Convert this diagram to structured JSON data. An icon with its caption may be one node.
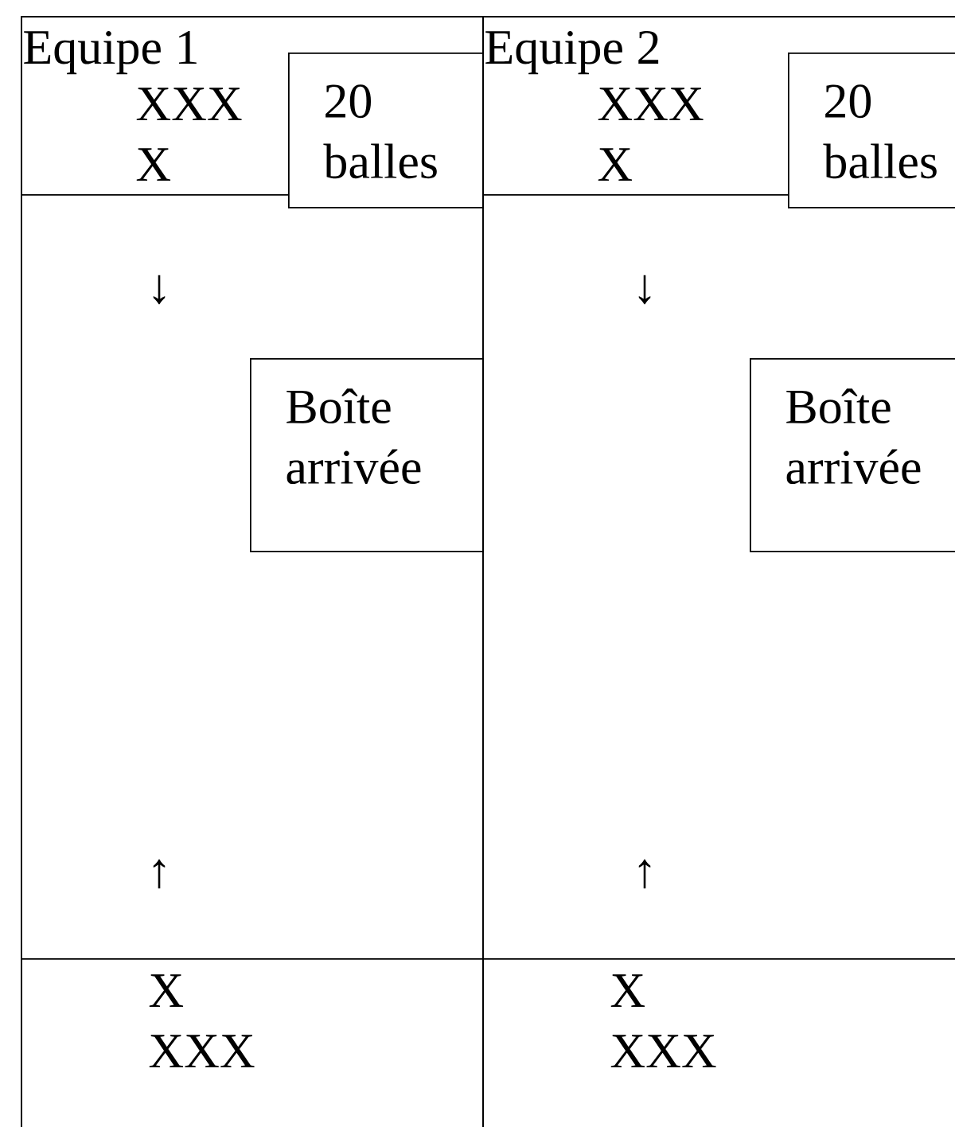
{
  "diagram": {
    "nodes": [
      {
        "text": [],
        "shape": "box"
      },
      {
        "text": [
          "Equipe 1",
          "XXX X"
        ],
        "in": 0
      },
      {
        "text": [
          "20 balles"
        ],
        "in": 0
      },
      {
        "text": [
          "Boîte arrivée"
        ],
        "in": 0
      },
      {
        "text": [
          "X XXX"
        ],
        "in": 0
      },
      {
        "text": [],
        "shape": "box"
      },
      {
        "text": [
          "Equipe 2",
          "XXX X"
        ],
        "in": 5
      },
      {
        "text": [
          "20 balles"
        ],
        "in": 5
      },
      {
        "text": [
          "Boîte arrivée"
        ],
        "in": 5
      },
      {
        "text": [
          "X XXX"
        ],
        "in": 5
      }
    ],
    "labels": [
      "↓",
      "↓",
      "↑",
      "↑"
    ]
  }
}
